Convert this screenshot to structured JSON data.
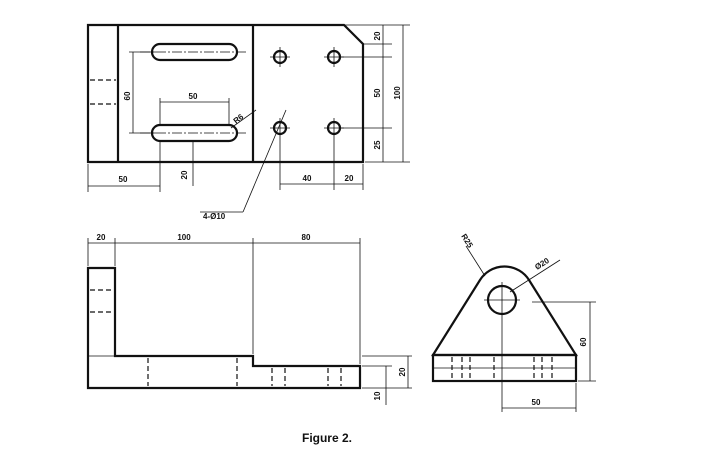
{
  "figure": {
    "caption": "Figure 2.",
    "top_view": {
      "dim_slot_spacing": "60",
      "dim_slot_length": "50",
      "dim_slot_radius": "R6",
      "dim_left_offset": "50",
      "dim_slot_width": "20",
      "dim_hole_spacing_x": "40",
      "dim_right_edge": "20",
      "dim_chamfer": "20",
      "dim_hole_spacing_y": "50",
      "dim_bottom_edge": "25",
      "dim_overall_height": "100",
      "hole_callout": "4-Ø10"
    },
    "front_view": {
      "dim_upright_thickness": "20",
      "dim_base_left": "100",
      "dim_base_right": "80",
      "dim_base_height": "20",
      "dim_step_height": "10"
    },
    "side_view": {
      "dim_top_radius": "R25",
      "dim_hole_diameter": "Ø20",
      "dim_height": "60",
      "dim_width": "50"
    }
  }
}
